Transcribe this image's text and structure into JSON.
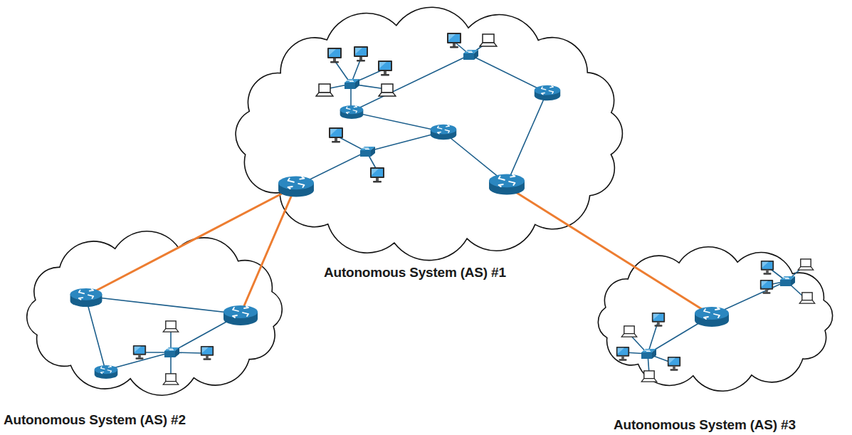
{
  "diagram": {
    "nodes": [
      {
        "text": [
          "Autonomous System (AS) #1"
        ]
      },
      {
        "text": [
          "Autonomous System (AS) #2"
        ]
      },
      {
        "text": [
          "Autonomous System (AS) #3"
        ]
      }
    ],
    "edges": [
      {
        "from": 0,
        "to": 1,
        "arrow": "none"
      },
      {
        "from": 0,
        "to": 1,
        "arrow": "none"
      },
      {
        "from": 0,
        "to": 2,
        "arrow": "none"
      }
    ]
  }
}
